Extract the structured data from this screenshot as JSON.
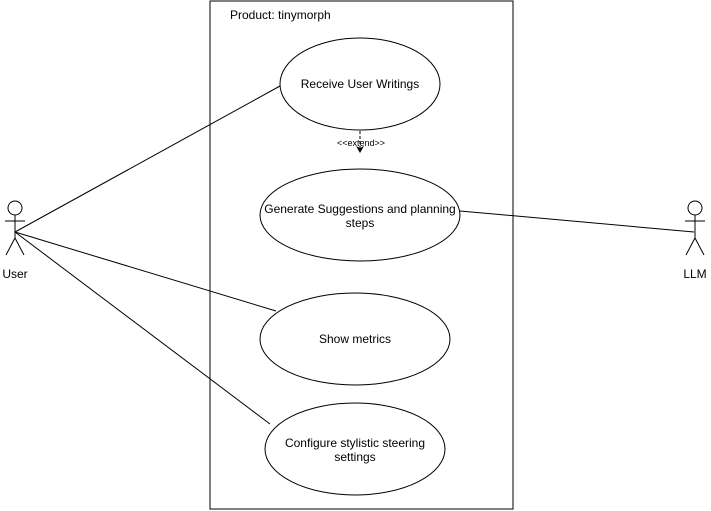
{
  "system": {
    "title": "Product: tinymorph"
  },
  "actors": [
    {
      "id": "user",
      "label": "User"
    },
    {
      "id": "llm",
      "label": "LLM"
    }
  ],
  "use_cases": [
    {
      "id": "receive",
      "lines": [
        "Receive User Writings"
      ]
    },
    {
      "id": "generate",
      "lines": [
        "Generate Suggestions and planning",
        "steps"
      ]
    },
    {
      "id": "metrics",
      "lines": [
        "Show metrics"
      ]
    },
    {
      "id": "configure",
      "lines": [
        "Configure stylistic steering",
        "settings"
      ]
    }
  ],
  "relations": [
    {
      "from": "user",
      "to": "receive",
      "type": "association"
    },
    {
      "from": "user",
      "to": "metrics",
      "type": "association"
    },
    {
      "from": "user",
      "to": "configure",
      "type": "association"
    },
    {
      "from": "llm",
      "to": "generate",
      "type": "association"
    },
    {
      "from": "receive",
      "to": "generate",
      "type": "extend",
      "label": "<<extend>>"
    }
  ]
}
